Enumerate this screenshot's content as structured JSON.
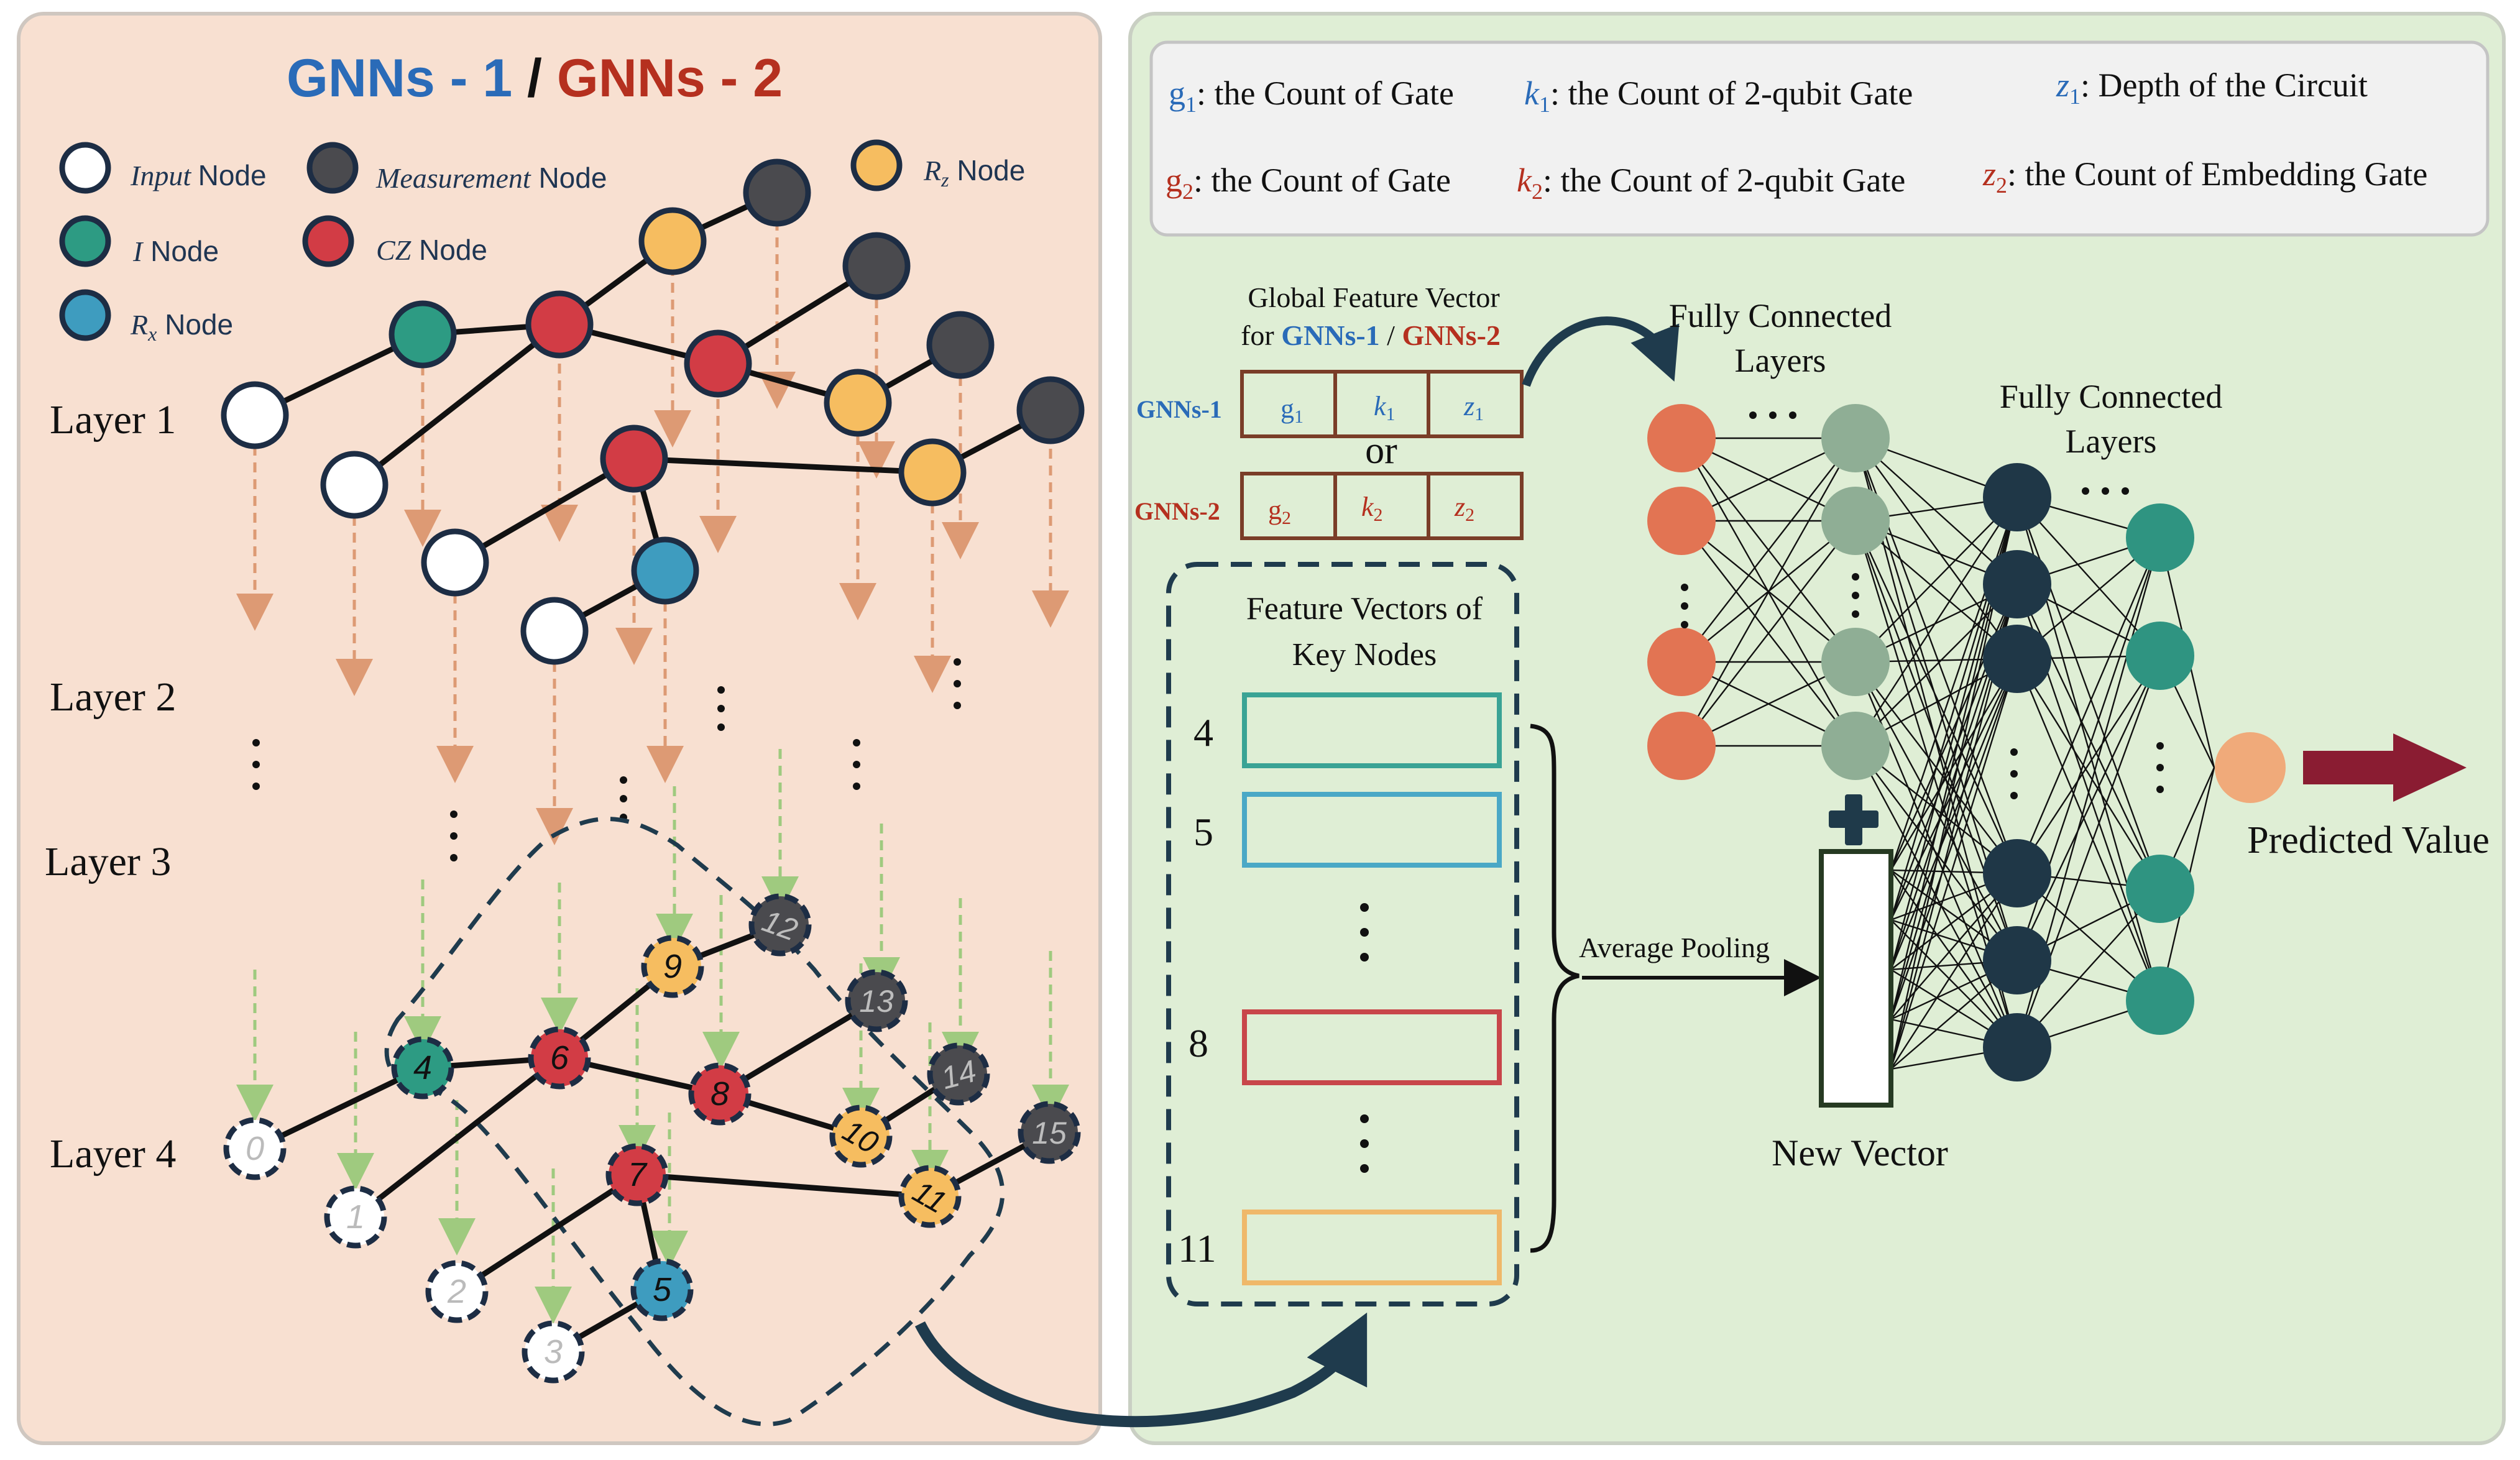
{
  "left": {
    "title_a": "GNNs - 1",
    "title_sep": " / ",
    "title_b": "GNNs - 2",
    "legend": [
      {
        "id": "input",
        "text": "Input Node",
        "fill": "#ffffff"
      },
      {
        "id": "measure",
        "text": "Measurement Node",
        "fill": "#4a4a4e"
      },
      {
        "id": "rz",
        "text": "R_z Node",
        "fill": "#f6bd60"
      },
      {
        "id": "i",
        "text": "I  Node",
        "fill": "#2d9b83"
      },
      {
        "id": "cz",
        "text": "CZ  Node",
        "fill": "#d23c45"
      },
      {
        "id": "rx",
        "text": "R_x Node",
        "fill": "#3e9cbf"
      }
    ],
    "layers": [
      "Layer 1",
      "Layer 2",
      "Layer 3",
      "Layer 4"
    ],
    "numbered_nodes": [
      "0",
      "1",
      "2",
      "3",
      "4",
      "5",
      "6",
      "7",
      "8",
      "9",
      "10",
      "11",
      "12",
      "13",
      "14",
      "15"
    ]
  },
  "right": {
    "defs": [
      {
        "sym": "g",
        "sub": "1",
        "text": ": the Count of Gate",
        "color": "#2a6bb8"
      },
      {
        "sym": "k",
        "sub": "1",
        "text": ": the Count of 2-qubit Gate",
        "color": "#2a6bb8"
      },
      {
        "sym": "z",
        "sub": "1",
        "text": ": Depth of the Circuit",
        "color": "#2a6bb8"
      },
      {
        "sym": "g",
        "sub": "2",
        "text": ": the Count of Gate",
        "color": "#b5301f"
      },
      {
        "sym": "k",
        "sub": "2",
        "text": ": the Count of 2-qubit Gate",
        "color": "#b5301f"
      },
      {
        "sym": "z",
        "sub": "2",
        "text": ": the Count of  Embedding Gate",
        "color": "#b5301f"
      }
    ],
    "global_title_1": "Global Feature Vector",
    "global_title_2_pre": "for ",
    "global_title_2_a": "GNNs-1",
    "global_title_2_sep": " / ",
    "global_title_2_b": "GNNs-2",
    "row1_label": "GNNs-1",
    "row1_cells": [
      {
        "sym": "g",
        "sub": "1"
      },
      {
        "sym": "k",
        "sub": "1"
      },
      {
        "sym": "z",
        "sub": "1"
      }
    ],
    "or_text": "or",
    "row2_label": "GNNs-2",
    "row2_cells": [
      {
        "sym": "g",
        "sub": "2"
      },
      {
        "sym": "k",
        "sub": "2"
      },
      {
        "sym": "z",
        "sub": "2"
      }
    ],
    "key_title_1": "Feature Vectors of",
    "key_title_2": "Key Nodes",
    "key_rows": [
      {
        "label": "4",
        "color": "#3aa395"
      },
      {
        "label": "5",
        "color": "#4aa8c6"
      },
      {
        "label": "8",
        "color": "#c8464a"
      },
      {
        "label": "11",
        "color": "#efb86a"
      }
    ],
    "pooling_label": "Average Pooling",
    "fc1_title_1": "Fully Connected",
    "fc1_title_2": "Layers",
    "fc2_title_1": "Fully Connected",
    "fc2_title_2": "Layers",
    "new_vector_label": "New Vector",
    "predicted_label": "Predicted Value",
    "colors": {
      "left_bg": "#f8e0d1",
      "right_bg": "#dfeed5",
      "layer1_orange": "#e27453",
      "layer2_sage": "#8fae95",
      "layer3_navy": "#1f3747",
      "layer4_teal": "#2f9481",
      "output": "#f0aa7a",
      "arrow": "#8a1c32"
    }
  }
}
